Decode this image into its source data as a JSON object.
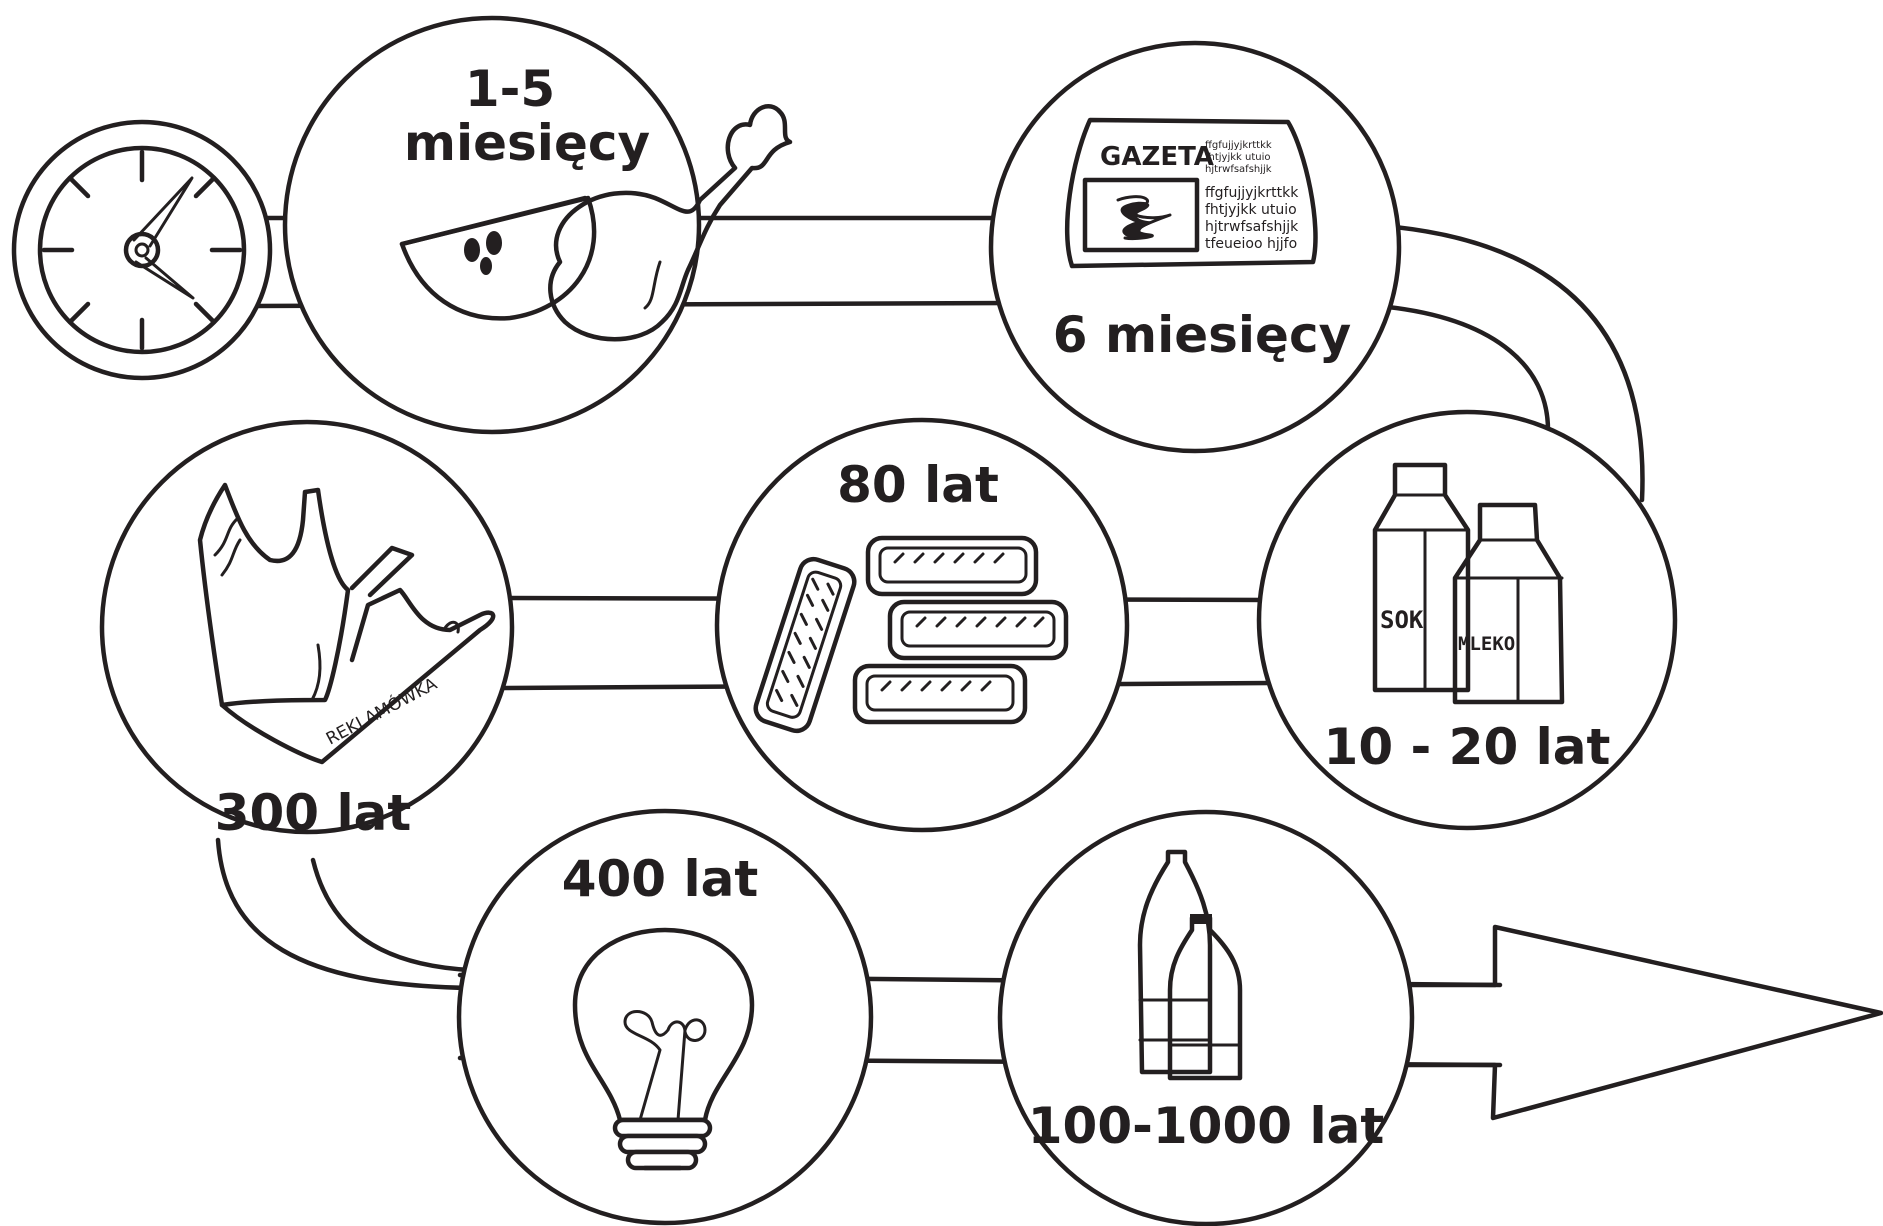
{
  "colors": {
    "ink": "#231f20",
    "background": "#ffffff"
  },
  "stages": [
    {
      "id": "food",
      "label_line1": "1-5",
      "label_line2": "miesięcy",
      "icon": "apple-and-chicken-leg-icon"
    },
    {
      "id": "newspaper",
      "label": "6 miesięcy",
      "icon": "newspaper-icon"
    },
    {
      "id": "cartons",
      "label": "10 - 20 lat",
      "icon": "juice-and-milk-cartons-icon"
    },
    {
      "id": "tires",
      "label": "80 lat",
      "icon": "tire-stack-icon"
    },
    {
      "id": "plastic-bag",
      "label": "300 lat",
      "icon": "plastic-bag-icon"
    },
    {
      "id": "bulb",
      "label": "400 lat",
      "icon": "light-bulb-icon"
    },
    {
      "id": "bottles",
      "label": "100-1000 lat",
      "icon": "plastic-bottles-icon"
    }
  ],
  "newspaper": {
    "title": "GAZETA",
    "small_lines": [
      "ffgfujjyjkrttkk",
      "fhtjyjkk utuio",
      "hjtrwfsafshjjk"
    ],
    "lines": [
      "ffgfujjyjkrttkk",
      "fhtjyjkk utuio",
      "hjtrwfsafshjjk",
      "tfeueioo hjjfo"
    ]
  },
  "cartons": {
    "juice_label": "SOK",
    "milk_label": "MLEKO"
  },
  "bag": {
    "label": "REKLAMÓWKA"
  },
  "start_icon": "clock-icon",
  "end_icon": "arrow-head-icon"
}
